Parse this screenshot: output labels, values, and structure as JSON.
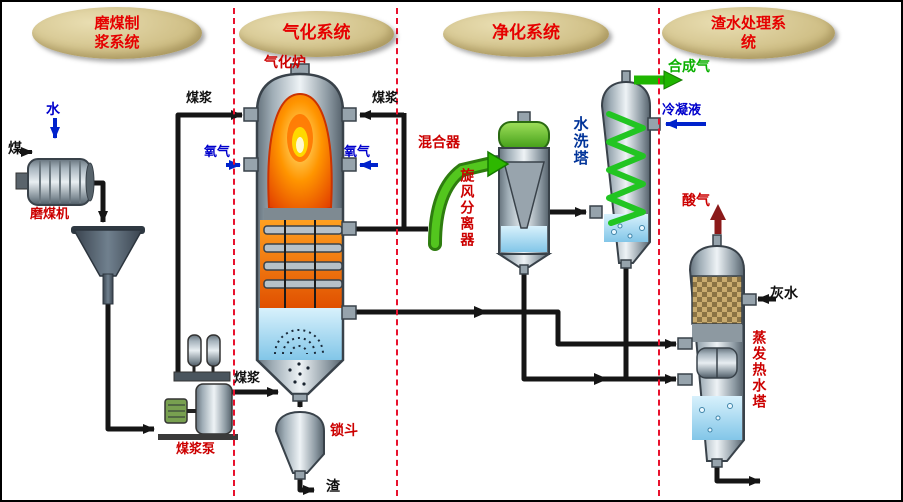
{
  "sections": {
    "milling": {
      "label": "磨煤制\n浆系统"
    },
    "gasification": {
      "label": "气化系统"
    },
    "purification": {
      "label": "净化系统"
    },
    "slag_water": {
      "label": "渣水处理系\n统"
    }
  },
  "labels": {
    "coal": "煤",
    "water": "水",
    "coal_mill": "磨煤机",
    "coal_slurry": "煤浆",
    "coal_slurry_pump": "煤浆泵",
    "oxygen": "氧气",
    "gasifier": "气化炉",
    "lock_hopper": "锁斗",
    "slag": "渣",
    "mixer": "混合器",
    "cyclone_separator": "旋风分离器",
    "wash_tower": "水洗塔",
    "syngas": "合成气",
    "condensate": "冷凝液",
    "acid_gas": "酸气",
    "gray_water": "灰水",
    "evaporation_hot_water_tower": "蒸发热水塔"
  },
  "colors": {
    "section_divider": "#e8112d",
    "section_ellipse_fill": "#d4c48c",
    "section_title_text": "#e60000",
    "equipment_label_red": "#cc0000",
    "stream_blue": "#0000cc",
    "stream_green": "#1fb500",
    "acid_gas_maroon": "#8b1a1a",
    "pipe_black": "#151515"
  }
}
